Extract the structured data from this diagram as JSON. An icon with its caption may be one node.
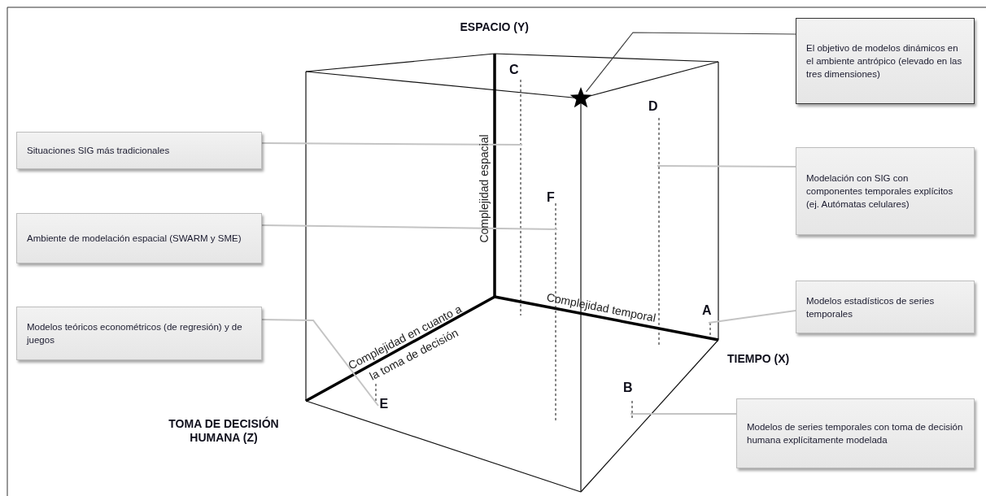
{
  "diagram": {
    "nodes": [
      {
        "text": [
          "El objetivo de modelos dinámicos en el ambiente antrópico (elevado en las tres dimensiones)"
        ]
      },
      {
        "text": [
          "Situaciones SIG más tradicionales"
        ]
      },
      {
        "text": [
          "Modelación con SIG con componentes temporales explícitos (ej. Autómatas celulares)"
        ]
      },
      {
        "text": [
          "Ambiente de modelación espacial (SWARM y SME)"
        ]
      },
      {
        "text": [
          "Modelos estadísticos de series temporales"
        ]
      },
      {
        "text": [
          "Modelos teóricos econométricos (de regresión) y de juegos"
        ]
      },
      {
        "text": [
          "Modelos de series temporales con toma de decisión humana explícitamente modelada"
        ]
      },
      {
        "text": [],
        "shape": "star"
      },
      {
        "text": [],
        "shape": "line"
      },
      {
        "text": [],
        "shape": "line"
      },
      {
        "text": [],
        "shape": "line"
      },
      {
        "text": [],
        "shape": "line"
      },
      {
        "text": [],
        "shape": "line"
      },
      {
        "text": [],
        "shape": "line"
      }
    ],
    "edges": [
      {
        "from": 0,
        "to": 7,
        "arrow": "none",
        "color": "#404040"
      },
      {
        "from": 1,
        "to": 9,
        "arrow": "none"
      },
      {
        "from": 2,
        "to": 12,
        "arrow": "none"
      },
      {
        "from": 3,
        "to": 10,
        "arrow": "none"
      },
      {
        "from": 4,
        "to": 13,
        "arrow": "none"
      },
      {
        "from": 5,
        "to": 8,
        "arrow": "none"
      },
      {
        "from": 6,
        "to": 11,
        "arrow": "none"
      }
    ],
    "labels": [
      "ESPACIO (Y)",
      "C",
      "D",
      "Complejidad espacial",
      "F",
      "Complejidad temporal",
      "A",
      "Complejidad en cuanto a la toma de decisión",
      "TIEMPO (X)",
      "B",
      "E",
      "TOMA DE DECISIÓN HUMANA (Z)"
    ]
  }
}
